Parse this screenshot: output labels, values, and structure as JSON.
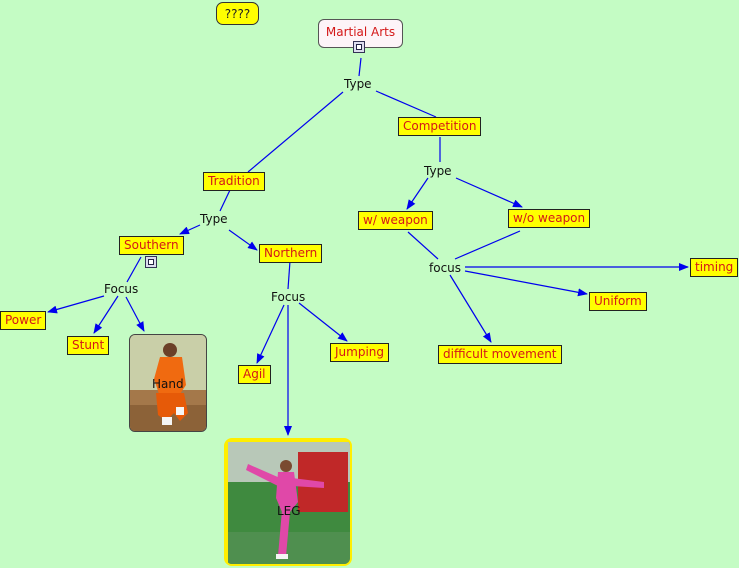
{
  "top_badge": "????",
  "root": "Martial Arts",
  "links": {
    "root_type": "Type",
    "competition_type": "Type",
    "tradition_type": "Type",
    "southern_focus": "Focus",
    "northern_focus": "Focus",
    "weapon_focus": "focus"
  },
  "nodes": {
    "competition": "Competition",
    "tradition": "Tradition",
    "with_weapon": "w/ weapon",
    "without_weapon": "w/o weapon",
    "southern": "Southern",
    "northern": "Northern",
    "power": "Power",
    "stunt": "Stunt",
    "agil": "Agil",
    "jumping": "Jumping",
    "timing": "timing",
    "uniform": "Uniform",
    "difficult_movement": "difficult movement"
  },
  "images": {
    "hand": "Hand",
    "leg": "LEG"
  },
  "colors": {
    "background": "#c4fcc4",
    "node_fill": "#ffff00",
    "node_text": "#d41818",
    "edge": "#0000ee"
  }
}
